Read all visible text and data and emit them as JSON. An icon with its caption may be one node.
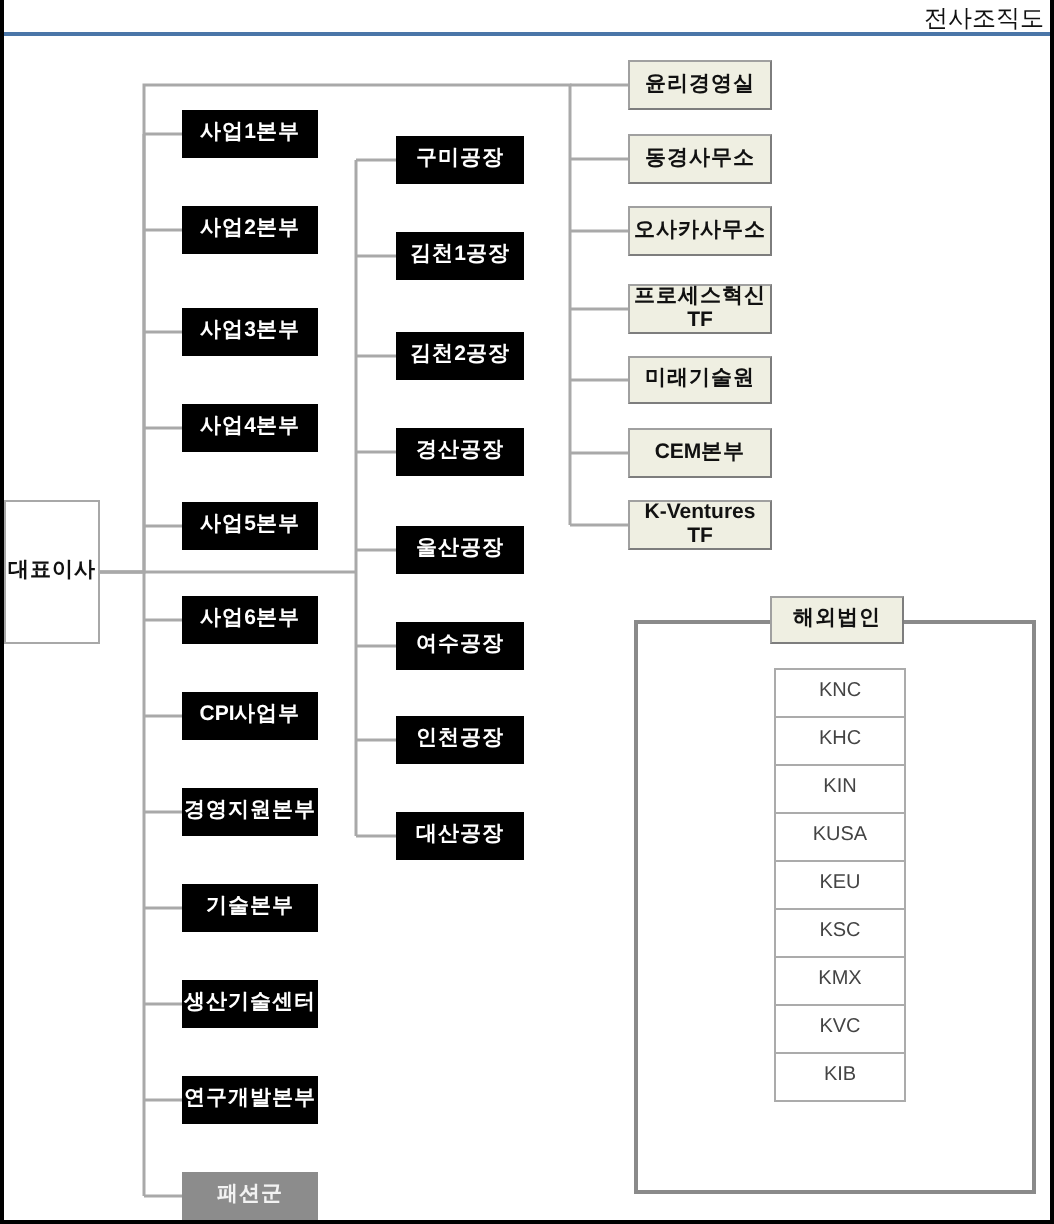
{
  "diagram": {
    "title": "전사조직도",
    "nodes": [
      {
        "text": [
          "대표이사"
        ]
      },
      {
        "text": [
          "사업1본부"
        ]
      },
      {
        "text": [
          "사업2본부"
        ]
      },
      {
        "text": [
          "사업3본부"
        ]
      },
      {
        "text": [
          "사업4본부"
        ]
      },
      {
        "text": [
          "사업5본부"
        ]
      },
      {
        "text": [
          "사업6본부"
        ]
      },
      {
        "text": [
          "CPI사업부"
        ]
      },
      {
        "text": [
          "경영지원본부"
        ]
      },
      {
        "text": [
          "기술본부"
        ]
      },
      {
        "text": [
          "생산기술센터"
        ]
      },
      {
        "text": [
          "연구개발본부"
        ]
      },
      {
        "text": [
          "패션군"
        ]
      },
      {
        "text": [
          "구미공장"
        ]
      },
      {
        "text": [
          "김천1공장"
        ]
      },
      {
        "text": [
          "김천2공장"
        ]
      },
      {
        "text": [
          "경산공장"
        ]
      },
      {
        "text": [
          "울산공장"
        ]
      },
      {
        "text": [
          "여수공장"
        ]
      },
      {
        "text": [
          "인천공장"
        ]
      },
      {
        "text": [
          "대산공장"
        ]
      },
      {
        "text": [
          "윤리경영실"
        ]
      },
      {
        "text": [
          "동경사무소"
        ]
      },
      {
        "text": [
          "오사카사무소"
        ]
      },
      {
        "text": [
          "프로세스혁신 TF"
        ]
      },
      {
        "text": [
          "미래기술원"
        ]
      },
      {
        "text": [
          "CEM본부"
        ]
      },
      {
        "text": [
          "K-Ventures TF"
        ]
      },
      {
        "text": [],
        "shape": "box"
      },
      {
        "text": [
          "해외법인"
        ]
      },
      {
        "text": [
          "KNC"
        ],
        "in": 28
      },
      {
        "text": [
          "KHC"
        ],
        "in": 28
      },
      {
        "text": [
          "KIN"
        ],
        "in": 28
      },
      {
        "text": [
          "KUSA"
        ],
        "in": 28
      },
      {
        "text": [
          "KEU"
        ],
        "in": 28
      },
      {
        "text": [
          "KSC"
        ],
        "in": 28
      },
      {
        "text": [
          "KMX"
        ],
        "in": 28
      },
      {
        "text": [
          "KVC"
        ],
        "in": 28
      },
      {
        "text": [
          "KIB"
        ],
        "in": 28
      }
    ],
    "edges": [
      {
        "from": 0,
        "to": 1,
        "arrow": "none"
      },
      {
        "from": 0,
        "to": 2,
        "arrow": "none"
      },
      {
        "from": 0,
        "to": 3,
        "arrow": "none"
      },
      {
        "from": 0,
        "to": 4,
        "arrow": "none"
      },
      {
        "from": 0,
        "to": 5,
        "arrow": "none"
      },
      {
        "from": 0,
        "to": 6,
        "arrow": "none"
      },
      {
        "from": 0,
        "to": 7,
        "arrow": "none"
      },
      {
        "from": 0,
        "to": 8,
        "arrow": "none"
      },
      {
        "from": 0,
        "to": 9,
        "arrow": "none"
      },
      {
        "from": 0,
        "to": 10,
        "arrow": "none"
      },
      {
        "from": 0,
        "to": 11,
        "arrow": "none"
      },
      {
        "from": 0,
        "to": 12,
        "arrow": "none"
      },
      {
        "from": 0,
        "to": 13,
        "arrow": "none"
      },
      {
        "from": 0,
        "to": 14,
        "arrow": "none"
      },
      {
        "from": 0,
        "to": 15,
        "arrow": "none"
      },
      {
        "from": 0,
        "to": 16,
        "arrow": "none"
      },
      {
        "from": 0,
        "to": 17,
        "arrow": "none"
      },
      {
        "from": 0,
        "to": 18,
        "arrow": "none"
      },
      {
        "from": 0,
        "to": 19,
        "arrow": "none"
      },
      {
        "from": 0,
        "to": 20,
        "arrow": "none"
      },
      {
        "from": 0,
        "to": 21,
        "arrow": "none"
      },
      {
        "from": 0,
        "to": 22,
        "arrow": "none"
      },
      {
        "from": 0,
        "to": 23,
        "arrow": "none"
      },
      {
        "from": 0,
        "to": 24,
        "arrow": "none"
      },
      {
        "from": 0,
        "to": 25,
        "arrow": "none"
      },
      {
        "from": 0,
        "to": 26,
        "arrow": "none"
      },
      {
        "from": 0,
        "to": 27,
        "arrow": "none"
      }
    ]
  }
}
